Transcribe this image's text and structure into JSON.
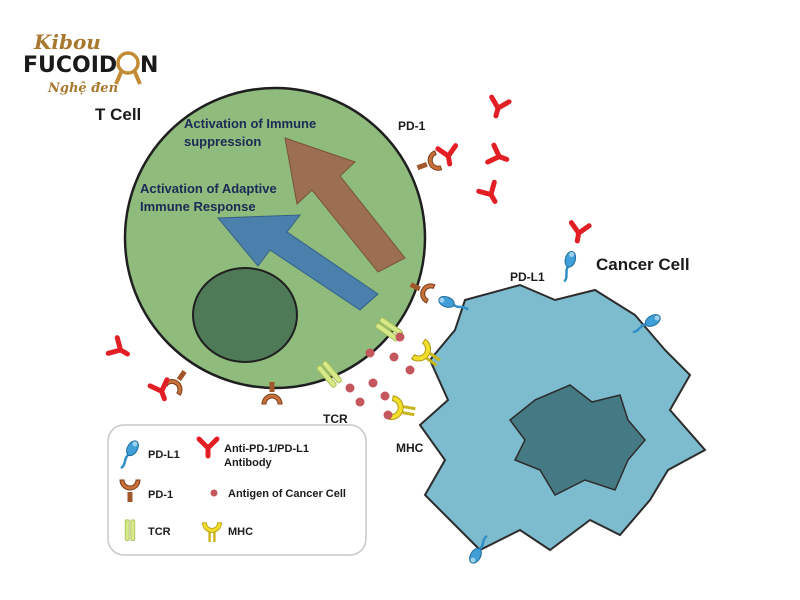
{
  "logo": {
    "script_top": "Kibou",
    "main_left": "FUCOID",
    "main_right": "N",
    "script_bottom": "Nghệ đen"
  },
  "labels": {
    "t_cell": "T Cell",
    "cancer_cell": "Cancer Cell",
    "pd1": "PD-1",
    "pdl1": "PD-L1",
    "tcr": "TCR",
    "mhc": "MHC",
    "immune_suppression_line1": "Activation of Immune",
    "immune_suppression_line2": "suppression",
    "adaptive_line1": "Activation of Adaptive",
    "adaptive_line2": "Immune Response"
  },
  "legend": {
    "pdl1": "PD-L1",
    "antibody_line1": "Anti-PD-1/PD-L1",
    "antibody_line2": "Antibody",
    "pd1": "PD-1",
    "antigen": "Antigen of Cancer Cell",
    "tcr": "TCR",
    "mhc": "MHC"
  },
  "colors": {
    "t_cell_fill": "#8fbc7d",
    "nucleus_t": "#4e7a57",
    "cancer_fill": "#7dbcce",
    "cancer_nucleus": "#457a85",
    "antibody_red": "#e31f26",
    "pd1_brown": "#a2572a",
    "pdl1_blue": "#2f8fc6",
    "tcr_green": "#d6ea8a",
    "mhc_yellow": "#f2dd2a",
    "antigen_red": "#c4565d",
    "arrow_blue": "#4b80ad",
    "arrow_brown": "#9d6f52",
    "logo_gold": "#a8782e"
  }
}
